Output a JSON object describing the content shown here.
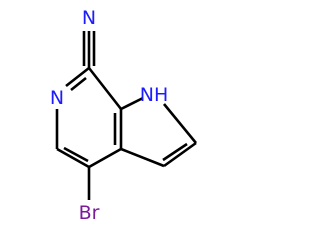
{
  "molecule": {
    "atoms": {
      "nitrile_n": {
        "symbol": "N",
        "color": "#1c1cff"
      },
      "pyrrole_nh": {
        "symbol": "H",
        "color": "#1c1cff"
      },
      "ring_n": {
        "symbol": "N",
        "color": "#1c1cff"
      },
      "bromine": {
        "symbol": "Br",
        "color": "#7a1a9a"
      }
    },
    "bond_color": "#000000"
  }
}
